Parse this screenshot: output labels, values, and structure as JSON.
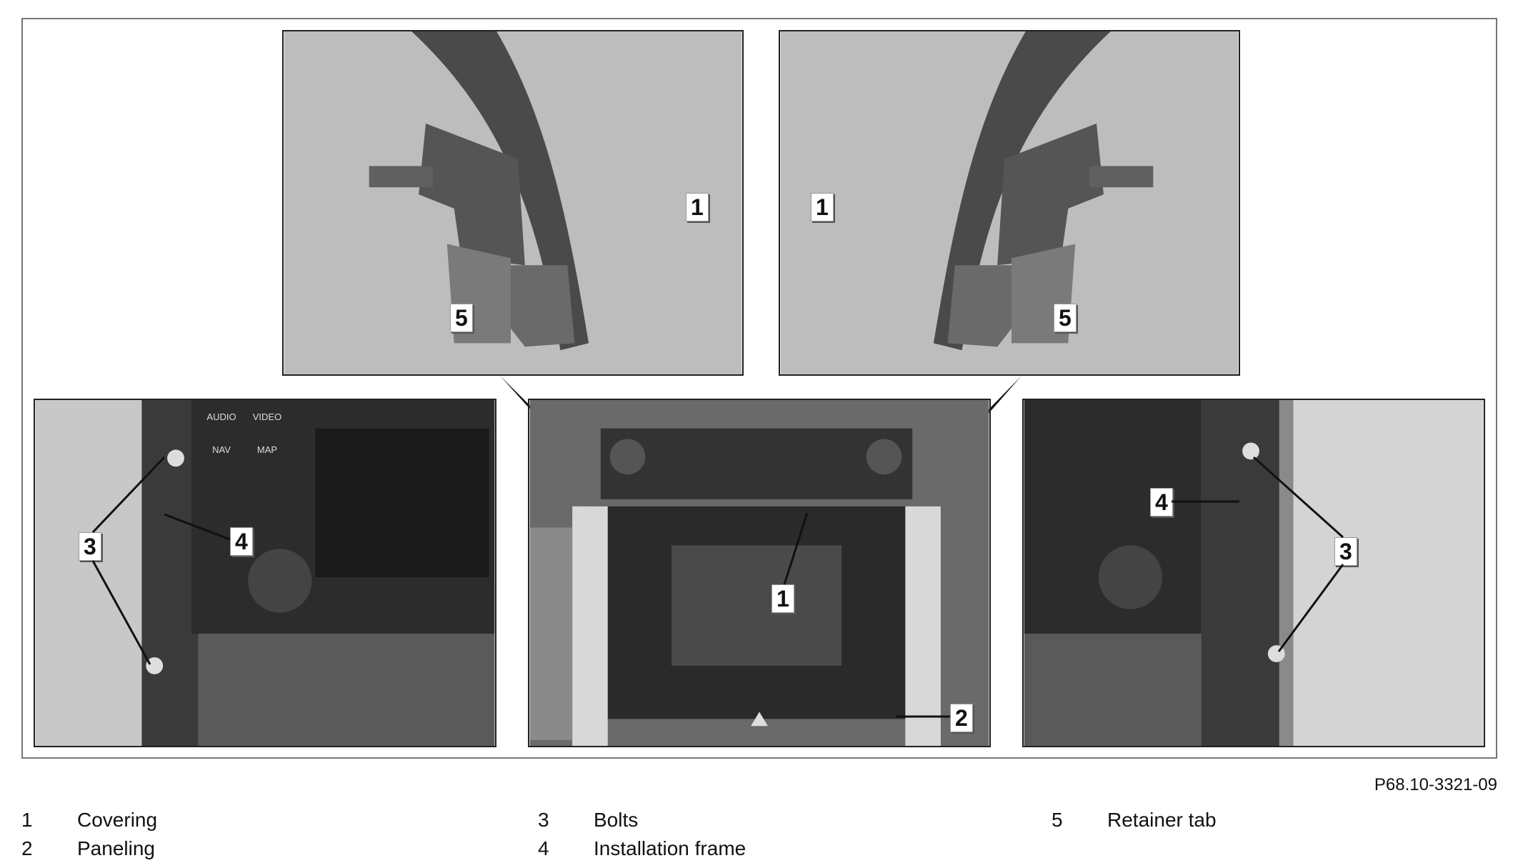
{
  "figure_ref": "P68.10-3321-09",
  "callouts": {
    "covering": "1",
    "paneling": "2",
    "bolts": "3",
    "frame": "4",
    "tab": "5"
  },
  "legend": [
    {
      "num": "1",
      "label": "Covering"
    },
    {
      "num": "2",
      "label": "Paneling"
    },
    {
      "num": "3",
      "label": "Bolts"
    },
    {
      "num": "4",
      "label": "Installation frame"
    },
    {
      "num": "5",
      "label": "Retainer tab"
    }
  ],
  "panel_buttons": {
    "audio": "AUDIO",
    "video": "VIDEO",
    "nav": "NAV",
    "map": "MAP"
  }
}
